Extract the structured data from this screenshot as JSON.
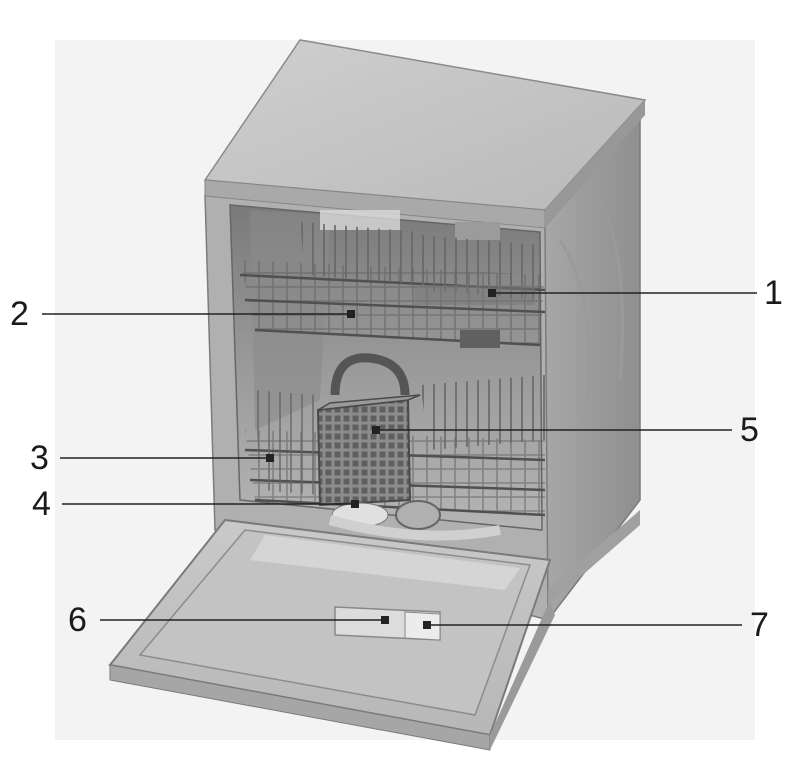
{
  "callouts": [
    {
      "id": "1",
      "label": "1"
    },
    {
      "id": "2",
      "label": "2"
    },
    {
      "id": "3",
      "label": "3"
    },
    {
      "id": "4",
      "label": "4"
    },
    {
      "id": "5",
      "label": "5"
    },
    {
      "id": "6",
      "label": "6"
    },
    {
      "id": "7",
      "label": "7"
    }
  ],
  "colors": {
    "body": "#b4b4b4",
    "top": "#c4c4c4",
    "side": "#a0a0a0",
    "tub": "#8a8a8a",
    "rack": "#6e6e6e",
    "door": "#c8c8c8",
    "leader": "#222222"
  }
}
